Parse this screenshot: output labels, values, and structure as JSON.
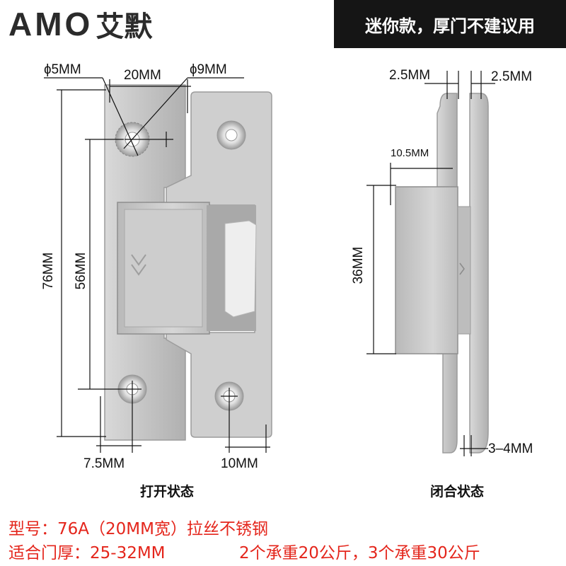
{
  "brand": {
    "latin": "AMO",
    "chinese": "艾默"
  },
  "banner": {
    "text": "迷你款，厚门不建议用"
  },
  "open_view": {
    "caption": "打开状态",
    "dims": {
      "hole_small": "ɸ5MM",
      "width": "20MM",
      "hole_large": "ɸ9MM",
      "total_height": "76MM",
      "hole_spacing": "56MM",
      "left_offset": "7.5MM",
      "right_offset": "10MM"
    }
  },
  "closed_view": {
    "caption": "闭合状态",
    "dims": {
      "thick_left": "2.5MM",
      "thick_right": "2.5MM",
      "block_depth": "10.5MM",
      "block_height": "36MM",
      "gap": "3–4MM"
    }
  },
  "specs": {
    "model": "型号：76A（20MM宽）拉丝不锈钢",
    "thickness_label": "适合门厚：25-32MM",
    "load": "2个承重20公斤，3个承重30公斤"
  },
  "colors": {
    "accent": "#e4251b",
    "banner_bg": "#151515",
    "metal": "#c9c9c9"
  }
}
